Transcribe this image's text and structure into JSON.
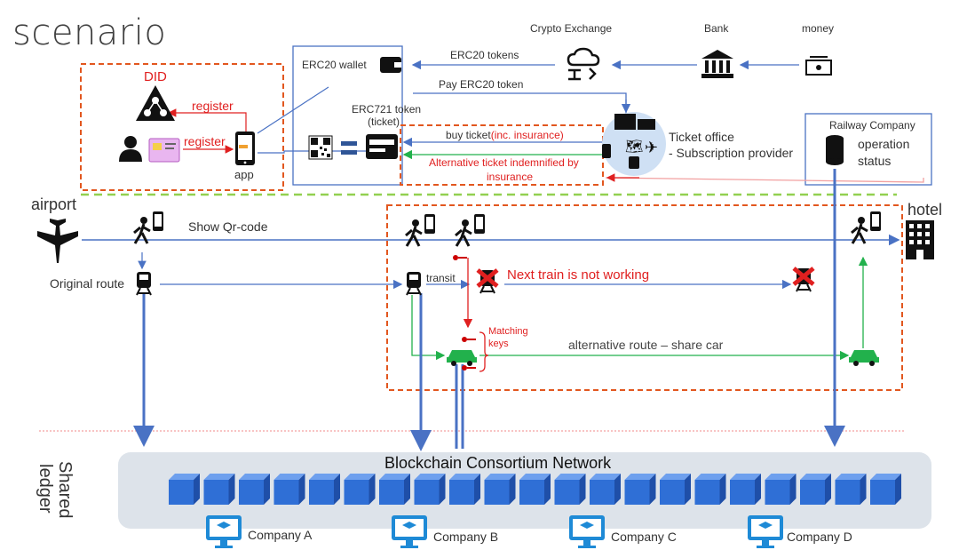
{
  "title": "scenario",
  "did_box": {
    "title": "DID",
    "register_top": "register",
    "register_bottom": "register",
    "app_label": "app"
  },
  "wallet": {
    "erc20_wallet": "ERC20 wallet",
    "erc721_token": "ERC721 token",
    "ticket_paren": "(ticket)",
    "erc20_tokens": "ERC20 tokens",
    "pay_erc20": "Pay ERC20 token"
  },
  "providers": {
    "crypto_exchange": "Crypto Exchange",
    "bank": "Bank",
    "money": "money"
  },
  "ticket_flow": {
    "buy_ticket": "buy ticket",
    "insurance": "(inc. insurance)",
    "alternative_line1": "Alternative ticket indemnified by",
    "alternative_line2": "insurance"
  },
  "ticket_office": {
    "line1": "Ticket office",
    "line2": "- Subscription provider"
  },
  "railway": {
    "title": "Railway Company",
    "status_line1": "operation",
    "status_line2": "status"
  },
  "route": {
    "airport": "airport",
    "hotel": "hotel",
    "show_qr": "Show Qr-code",
    "original_route": "Original route",
    "transit": "transit",
    "not_working": "Next train is not working",
    "matching_keys_1": "Matching",
    "matching_keys_2": "keys",
    "alternative_route": "alternative route – share car"
  },
  "network": {
    "title": "Blockchain Consortium Network",
    "shared_1": "Shared",
    "shared_2": "ledger",
    "companies": [
      "Company A",
      "Company B",
      "Company C",
      "Company D"
    ],
    "block_count": 21
  },
  "colors": {
    "dashed_orange": "#e2571f",
    "dashed_green": "#92d050",
    "blue_line": "#4a72c4",
    "green_line": "#22b14c",
    "red": "#e02020",
    "block_blue": "#2f6fd6",
    "monitor_blue": "#1e8ad6"
  }
}
